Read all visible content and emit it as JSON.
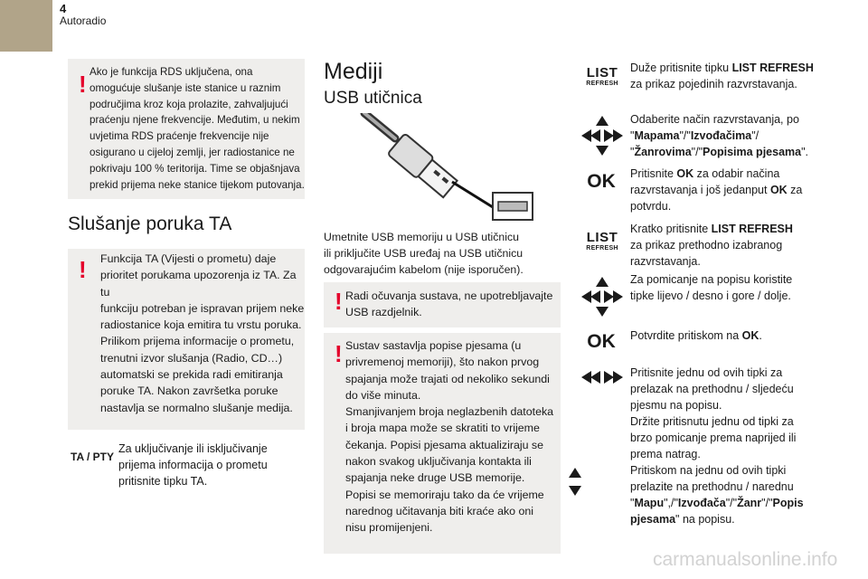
{
  "header": {
    "page_number": "4",
    "section": "Autoradio"
  },
  "left": {
    "rds_note": "Ako je funkcija RDS uključena, ona\nomogućuje slušanje iste stanice u raznim\npodručjima kroz koja prolazite, zahvaljujući\npraćenju njene frekvencije. Međutim, u nekim\nuvjetima RDS praćenje frekvencije nije\nosigurano u cijeloj zemlji, jer radiostanice ne\npokrivaju 100 % teritorija. Time se objašnjava\nprekid prijema neke stanice tijekom putovanja.",
    "ta_heading": "Slušanje poruka TA",
    "ta_note": "Funkcija TA (Vijesti o prometu) daje\nprioritet porukama upozorenja iz TA. Za tu\nfunkciju potreban je ispravan prijem neke\nradiostanice koja emitira tu vrstu poruka.\nPrilikom prijema informacije o prometu,\ntrenutni izvor slušanja (Radio, CD…)\nautomatski se prekida radi emitiranja\nporuke TA. Nakon završetka poruke\nnastavlja se normalno slušanje medija.",
    "ta_pty_label": "TA / PTY",
    "ta_pty_text": "Za uključivanje ili isključivanje\nprijema informacija o prometu\npritisnite tipku TA."
  },
  "middle": {
    "title": "Mediji",
    "subtitle": "USB utičnica",
    "usb_text": "Umetnite USB memoriju u USB utičnicu\nili priključite USB uređaj na USB utičnicu\nodgovarajućim kabelom (nije isporučen).",
    "note1": "Radi očuvanja sustava, ne upotrebljavajte\nUSB razdjelnik.",
    "note2": "Sustav sastavlja popise pjesama (u\nprivremenoj memoriji), što nakon prvog\nspajanja može trajati od nekoliko sekundi\ndo više minuta.\nSmanjivanjem broja neglazbenih datoteka\ni broja mapa može se skratiti to vrijeme\nčekanja. Popisi pjesama aktualiziraju se\nnakon svakog uključivanja kontakta ili\nspajanja neke druge USB memorije.\nPopisi se memoriraju tako da će vrijeme\nnarednog učitavanja biti kraće ako oni\nnisu promijenjeni."
  },
  "right": {
    "list_icon_l1": "LIST",
    "list_icon_l2": "REFRESH",
    "ok_icon": "OK",
    "step1_a": "Duže pritisnite tipku ",
    "step1_b": "LIST REFRESH",
    "step1_c": "za prikaz pojedinih razvrstavanja.",
    "step2_a": "Odaberite način razvrstavanja, po",
    "step2_q1": "\"",
    "step2_b": "Mapama",
    "step2_sep1": "\"/\"",
    "step2_c": "Izvođačima",
    "step2_sep2": "\"/",
    "step2_q2": "\"",
    "step2_d": "Žanrovima",
    "step2_sep3": "\"/\"",
    "step2_e": "Popisima pjesama",
    "step2_end": "\".",
    "step3_a": "Pritisnite ",
    "step3_b": "OK",
    "step3_c": " za odabir načina",
    "step3_d": "razvrstavanja i još jedanput ",
    "step3_e": "OK",
    "step3_f": " za",
    "step3_g": "potvrdu.",
    "step4_a": "Kratko pritisnite ",
    "step4_b": "LIST REFRESH",
    "step4_c": "za prikaz prethodno izabranog",
    "step4_d": "razvrstavanja.",
    "step5": "Za pomicanje na popisu koristite\ntipke lijevo / desno i gore / dolje.",
    "step6_a": "Potvrdite pritiskom na ",
    "step6_b": "OK",
    "step6_c": ".",
    "step7": "Pritisnite jednu od ovih tipki za\nprelazak na prethodnu / sljedeću\npjesmu na popisu.\nDržite pritisnutu jednu od tipki za\nbrzo pomicanje prema naprijed ili\nprema natrag.",
    "step8_a": "Pritiskom na jednu od ovih tipki",
    "step8_b": "prelazite na prethodnu / narednu",
    "step8_q1": "\"",
    "step8_c": "Mapu",
    "step8_sep1": "\",/\"",
    "step8_d": "Izvođača",
    "step8_sep2": "\"/\"",
    "step8_e": "Žanr",
    "step8_sep3": "\"/\"",
    "step8_f": "Popis",
    "step8_g": "pjesama",
    "step8_end": "\" na popisu."
  },
  "watermark": "carmanualsonline.info"
}
